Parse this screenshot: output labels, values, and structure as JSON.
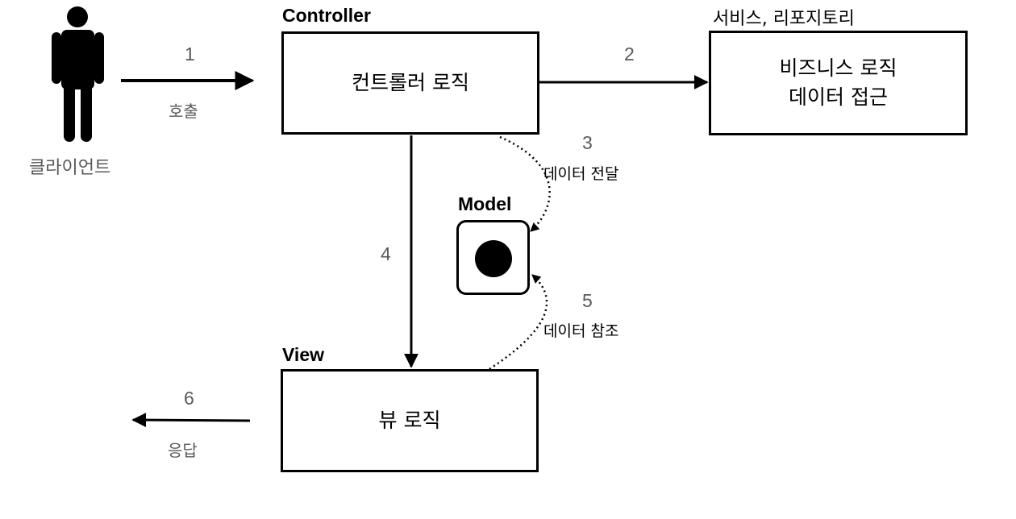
{
  "client": {
    "label": "클라이언트"
  },
  "steps": {
    "s1": {
      "number": "1",
      "caption": "호출"
    },
    "s2": {
      "number": "2"
    },
    "s3": {
      "number": "3",
      "caption": "데이터 전달"
    },
    "s4": {
      "number": "4"
    },
    "s5": {
      "number": "5",
      "caption": "데이터 참조"
    },
    "s6": {
      "number": "6",
      "caption": "응답"
    }
  },
  "controller": {
    "title": "Controller",
    "text": "컨트롤러 로직"
  },
  "service": {
    "title": "서비스, 리포지토리",
    "line1": "비즈니스 로직",
    "line2": "데이터 접근"
  },
  "model": {
    "title": "Model"
  },
  "view": {
    "title": "View",
    "text": "뷰 로직"
  },
  "colors": {
    "line": "#000000",
    "step_number": "#595959",
    "caption": "#595959"
  }
}
